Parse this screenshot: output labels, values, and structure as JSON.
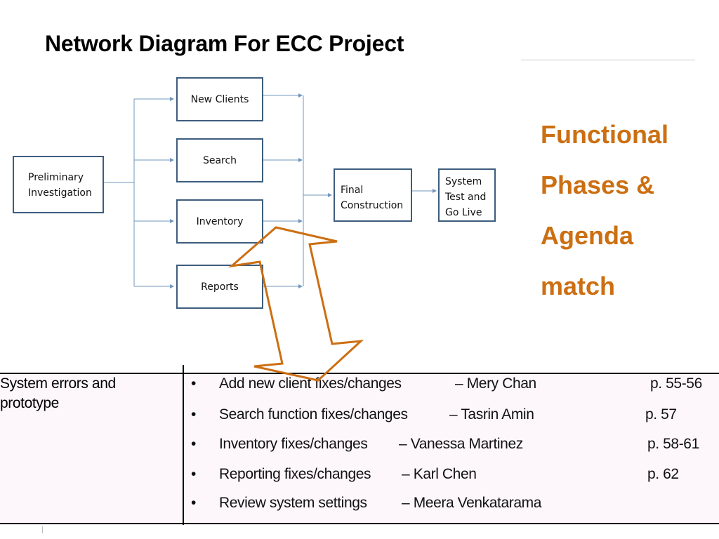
{
  "title": "Network Diagram For ECC Project",
  "diagram": {
    "nodes": {
      "preliminary": [
        "Preliminary",
        "Investigation"
      ],
      "new_clients": "New Clients",
      "search": "Search",
      "inventory": "Inventory",
      "reports": "Reports",
      "final_construction": [
        "Final",
        "Construction"
      ],
      "system_test": [
        "System",
        "Test and",
        "Go Live"
      ]
    },
    "edges": [
      [
        "Preliminary Investigation",
        "New Clients"
      ],
      [
        "Preliminary Investigation",
        "Search"
      ],
      [
        "Preliminary Investigation",
        "Inventory"
      ],
      [
        "Preliminary Investigation",
        "Reports"
      ],
      [
        "New Clients",
        "Final Construction"
      ],
      [
        "Search",
        "Final Construction"
      ],
      [
        "Inventory",
        "Final Construction"
      ],
      [
        "Reports",
        "Final Construction"
      ],
      [
        "Final Construction",
        "System Test and Go Live"
      ]
    ]
  },
  "side_note": [
    "Functional",
    "Phases &",
    "Agenda",
    "match"
  ],
  "colors": {
    "accent": "#cc6f12",
    "box_border": "#3d5d7e",
    "connector": "#6f97bd",
    "table_bg": "#fdf7fc"
  },
  "agenda": {
    "label": [
      "System errors and",
      "prototype"
    ],
    "items": [
      {
        "task": "Add new client fixes/changes",
        "owner": "– Mery Chan",
        "page": "p. 55-56"
      },
      {
        "task": "Search function fixes/changes",
        "owner": "– Tasrin Amin",
        "page": "p. 57"
      },
      {
        "task": "Inventory fixes/changes",
        "owner": "– Vanessa Martinez",
        "page": "p. 58-61"
      },
      {
        "task": "Reporting fixes/changes",
        "owner": "– Karl Chen",
        "page": "p. 62"
      },
      {
        "task": "Review system settings",
        "owner": "– Meera Venkatarama",
        "page": ""
      }
    ]
  }
}
